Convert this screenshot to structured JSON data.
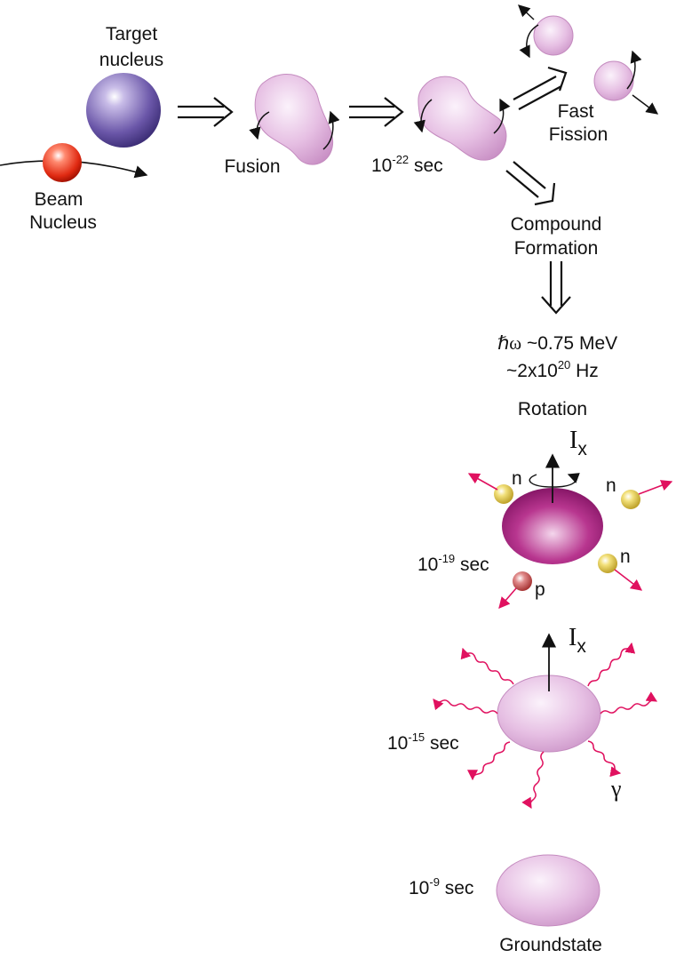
{
  "labels": {
    "target_line1": "Target",
    "target_line2": "nucleus",
    "beam_line1": "Beam",
    "beam_line2": "Nucleus",
    "fusion": "Fusion",
    "fast_line1": "Fast",
    "fast_line2": "Fission",
    "compound_line1": "Compound",
    "compound_line2": "Formation",
    "hbar_omega": "ℏω",
    "energy_value": " ~0.75 MeV",
    "freq_prefix": "~2x10",
    "freq_exp": "20",
    "freq_unit": " Hz",
    "rotation": "Rotation",
    "spin": "I",
    "spin_sub": "x",
    "sec_unit": " sec",
    "time_base": "10",
    "t1_exp": "-22",
    "t2_exp": "-19",
    "t3_exp": "-15",
    "t4_exp": "-9",
    "neutron": "n",
    "proton": "p",
    "gamma": "γ",
    "groundstate": "Groundstate"
  },
  "colors": {
    "target": "#6a56a8",
    "beam": "#e02a12",
    "nucleus_pink": "#d9a9d6",
    "compound_magenta": "#a3207e",
    "neutron": "#d9c33a",
    "proton": "#c44a4a",
    "emission_arrow": "#e0115f"
  }
}
